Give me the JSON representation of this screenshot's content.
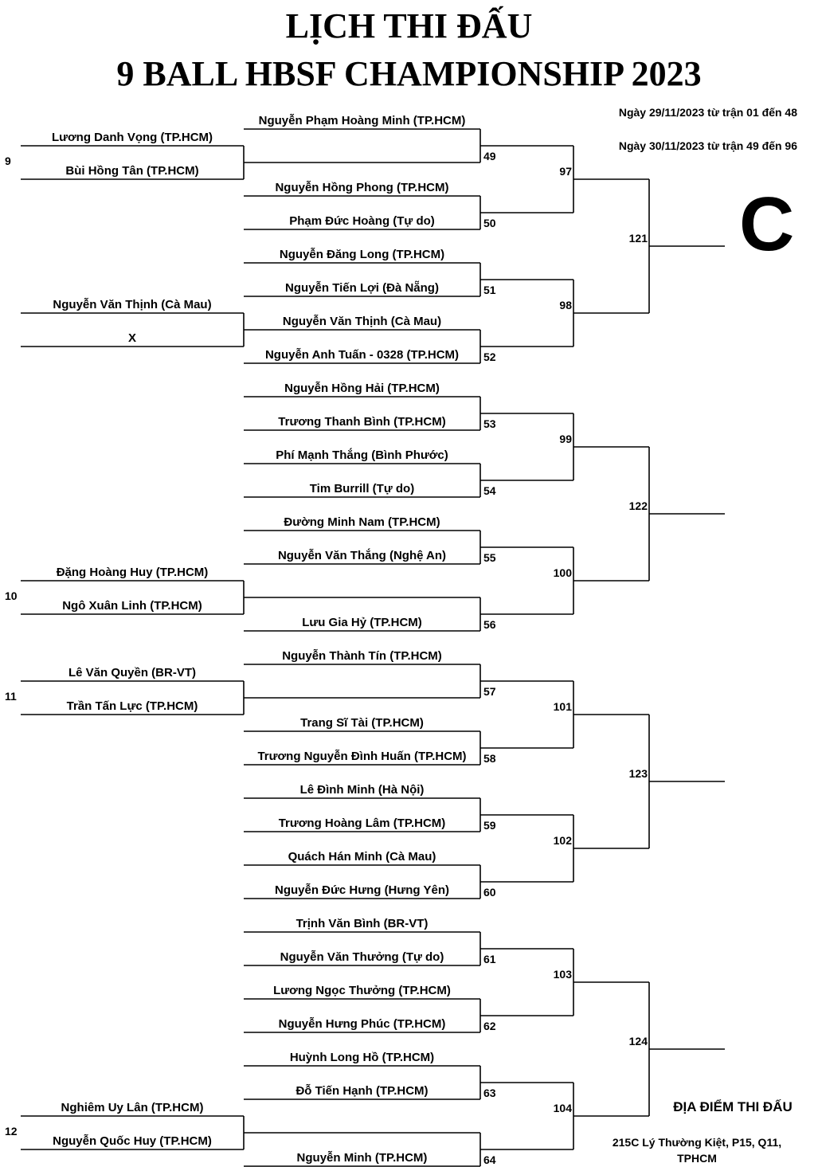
{
  "title_line1": "LỊCH THI ĐẤU",
  "title_line2": "9 BALL HBSF CHAMPIONSHIP 2023",
  "schedule": [
    "Ngày 29/11/2023 từ trận 01 đến 48",
    "Ngày 30/11/2023 từ trận 49 đến 96"
  ],
  "group_letter": "C",
  "venue": {
    "heading": "ĐỊA ĐIỂM THI ĐẤU",
    "line1": "215C Lý Thường Kiệt, P15, Q11,",
    "line2": "TPHCM"
  },
  "prelim_matches": [
    {
      "number": "9",
      "top": "Lương Danh Vọng (TP.HCM)",
      "bottom": "Bùi Hồng Tân (TP.HCM)"
    },
    {
      "number": "",
      "top": "Nguyễn Văn Thịnh (Cà Mau)",
      "bottom": "X"
    },
    {
      "number": "10",
      "top": "Đặng Hoàng Huy (TP.HCM)",
      "bottom": "Ngô Xuân Linh (TP.HCM)"
    },
    {
      "number": "11",
      "top": "Lê Văn Quyền (BR-VT)",
      "bottom": "Trần Tấn Lực (TP.HCM)"
    },
    {
      "number": "12",
      "top": "Nghiêm Uy Lân (TP.HCM)",
      "bottom": "Nguyễn Quốc Huy (TP.HCM)"
    }
  ],
  "round1_matches": [
    {
      "number": "49",
      "top": "Nguyễn Phạm Hoàng Minh (TP.HCM)",
      "bottom": ""
    },
    {
      "number": "50",
      "top": "Nguyễn Hồng Phong (TP.HCM)",
      "bottom": "Phạm Đức Hoàng (Tự do)"
    },
    {
      "number": "51",
      "top": "Nguyễn Đăng Long (TP.HCM)",
      "bottom": "Nguyễn Tiến Lợi (Đà Nẵng)"
    },
    {
      "number": "52",
      "top": "Nguyễn Văn Thịnh (Cà Mau)",
      "bottom": "Nguyễn Anh Tuấn - 0328 (TP.HCM)"
    },
    {
      "number": "53",
      "top": "Nguyễn Hồng Hải (TP.HCM)",
      "bottom": "Trương Thanh Bình (TP.HCM)"
    },
    {
      "number": "54",
      "top": "Phí Mạnh Thắng (Bình Phước)",
      "bottom": "Tim Burrill (Tự do)"
    },
    {
      "number": "55",
      "top": "Đường Minh Nam (TP.HCM)",
      "bottom": "Nguyễn Văn Thắng (Nghệ An)"
    },
    {
      "number": "56",
      "top": "",
      "bottom": "Lưu Gia Hỷ (TP.HCM)"
    },
    {
      "number": "57",
      "top": "Nguyễn Thành Tín (TP.HCM)",
      "bottom": ""
    },
    {
      "number": "58",
      "top": "Trang Sĩ Tài (TP.HCM)",
      "bottom": "Trương Nguyễn Đình Huấn (TP.HCM)"
    },
    {
      "number": "59",
      "top": "Lê Đình Minh (Hà Nội)",
      "bottom": "Trương Hoàng Lâm (TP.HCM)"
    },
    {
      "number": "60",
      "top": "Quách Hán Minh (Cà Mau)",
      "bottom": "Nguyễn Đức Hưng (Hưng Yên)"
    },
    {
      "number": "61",
      "top": "Trịnh Văn Bình (BR-VT)",
      "bottom": "Nguyễn Văn Thưởng (Tự do)"
    },
    {
      "number": "62",
      "top": "Lương Ngọc Thưởng (TP.HCM)",
      "bottom": "Nguyễn Hưng Phúc (TP.HCM)"
    },
    {
      "number": "63",
      "top": "Huỳnh Long Hồ (TP.HCM)",
      "bottom": "Đỗ Tiến Hạnh (TP.HCM)"
    },
    {
      "number": "64",
      "top": "",
      "bottom": "Nguyễn Minh (TP.HCM)"
    }
  ],
  "round2_matches": [
    "97",
    "98",
    "99",
    "100",
    "101",
    "102",
    "103",
    "104"
  ],
  "round3_matches": [
    "121",
    "122",
    "123",
    "124"
  ]
}
